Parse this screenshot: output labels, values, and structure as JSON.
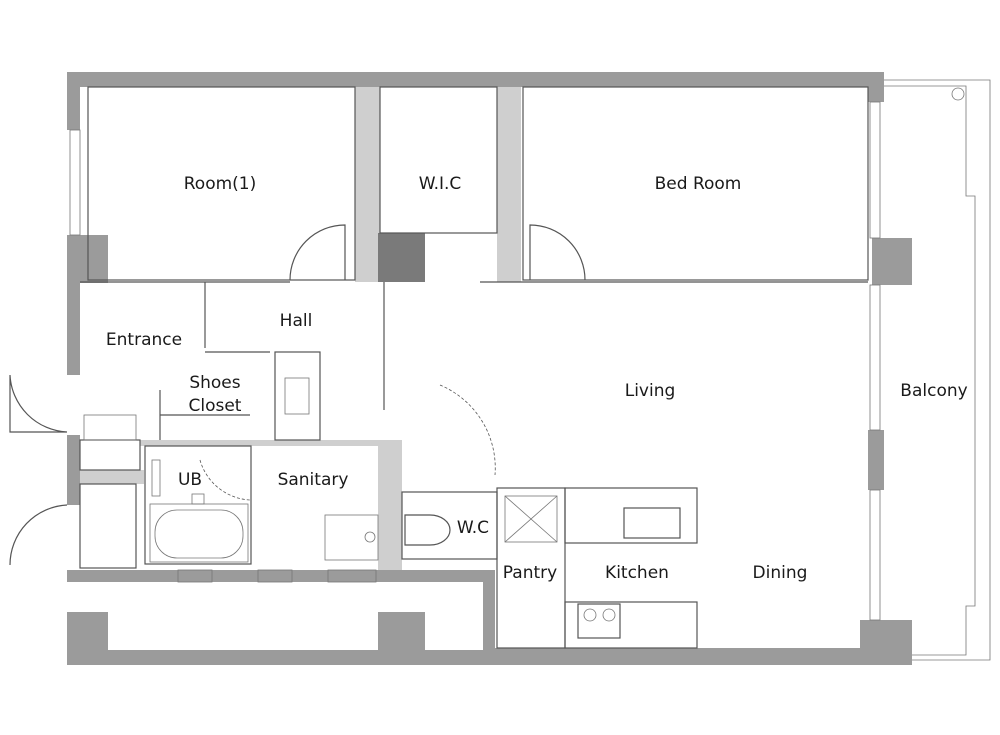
{
  "rooms": {
    "room1": "Room(1)",
    "wic": "W.I.C",
    "bedroom": "Bed Room",
    "entrance": "Entrance",
    "hall": "Hall",
    "shoes_closet_line1": "Shoes",
    "shoes_closet_line2": "Closet",
    "living": "Living",
    "balcony": "Balcony",
    "ub": "UB",
    "sanitary": "Sanitary",
    "wc": "W.C",
    "pantry": "Pantry",
    "kitchen": "Kitchen",
    "dining": "Dining"
  },
  "colors": {
    "wall": "#9b9b9b",
    "background": "#ffffff"
  }
}
